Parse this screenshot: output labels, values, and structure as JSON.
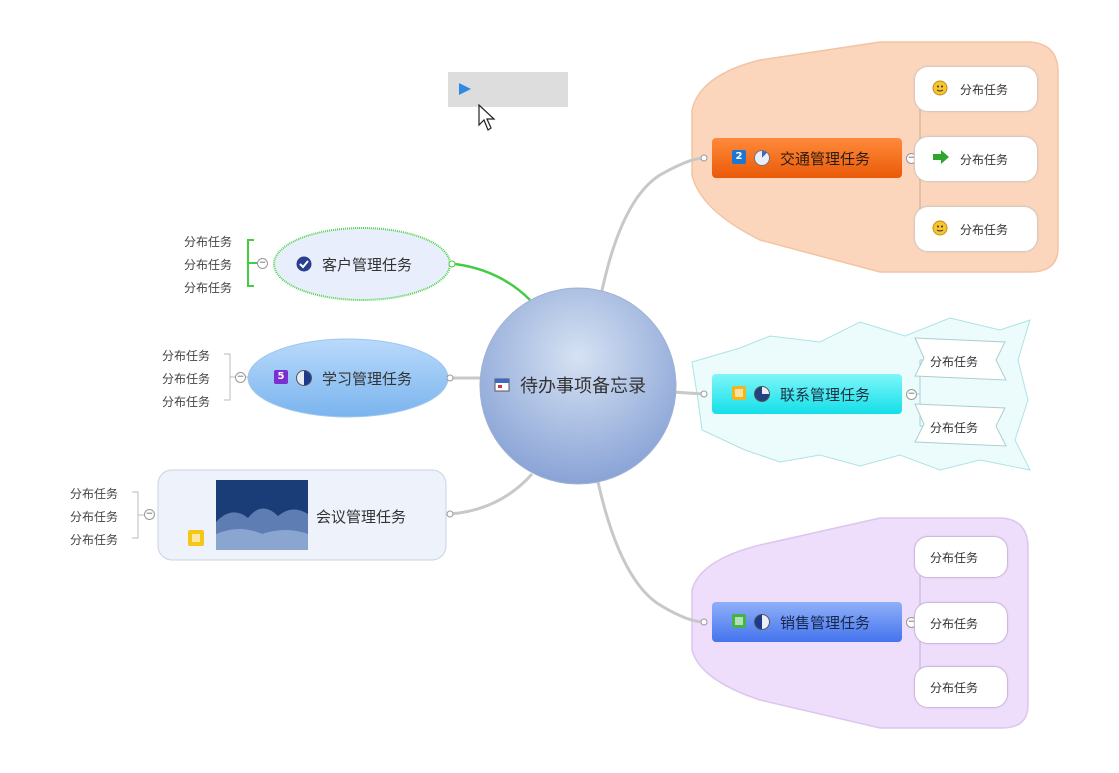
{
  "central": {
    "title": "待办事项备忘录"
  },
  "left_topics": [
    {
      "label": "客户管理任务",
      "subtasks": [
        "分布任务",
        "分布任务",
        "分布任务"
      ]
    },
    {
      "label": "学习管理任务",
      "badge": "5",
      "subtasks": [
        "分布任务",
        "分布任务",
        "分布任务"
      ]
    },
    {
      "label": "会议管理任务",
      "subtasks": [
        "分布任务",
        "分布任务",
        "分布任务"
      ]
    }
  ],
  "right_topics": [
    {
      "label": "交通管理任务",
      "badge": "2",
      "subtasks": [
        "分布任务",
        "分布任务",
        "分布任务"
      ]
    },
    {
      "label": "联系管理任务",
      "subtasks": [
        "分布任务",
        "分布任务"
      ]
    },
    {
      "label": "销售管理任务",
      "subtasks": [
        "分布任务",
        "分布任务",
        "分布任务"
      ]
    }
  ],
  "colors": {
    "central_top": "#c9d8ef",
    "central_bottom": "#8fa9d9",
    "traffic_bg": "#fbd4b8",
    "traffic_topic": "#f0600e",
    "contact_bg": "#e9fbfb",
    "contact_topic": "#23e6ee",
    "sales_bg": "#eddcfa",
    "sales_topic": "#4f7ff0",
    "study_topic": "#8fc2f4",
    "customer_outline": "#33cc33"
  },
  "icons": {
    "central": "calendar-icon",
    "customer": "check-circle-icon",
    "study": "half-pie-icon",
    "meeting": "photo-thumbnail",
    "traffic_marker": "quarter-pie-icon",
    "traffic_sub": [
      "smiley-icon",
      "green-arrow-icon",
      "smiley-icon"
    ],
    "contact": "three-quarter-pie-icon",
    "sales": "half-pie-icon",
    "cursor": "mouse-pointer-icon",
    "play": "play-icon"
  }
}
